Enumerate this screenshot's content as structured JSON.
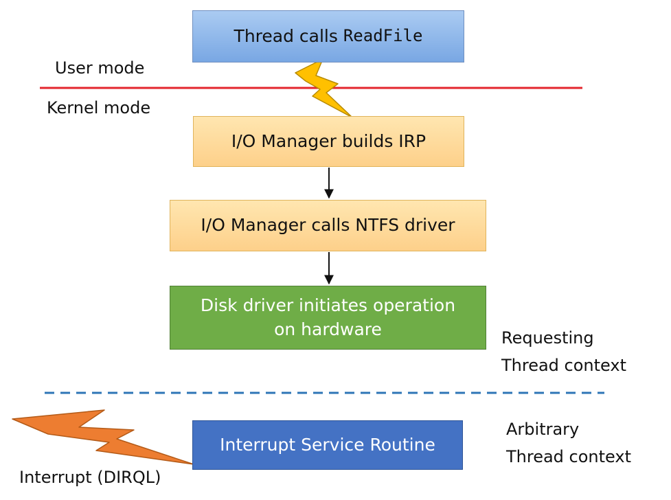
{
  "boxes": {
    "thread_calls": {
      "text": "Thread calls ",
      "code": "ReadFile"
    },
    "builds_irp": "I/O Manager builds IRP",
    "calls_ntfs": "I/O Manager calls NTFS driver",
    "disk_driver": {
      "line1": "Disk driver initiates operation",
      "line2": "on hardware"
    },
    "isr": "Interrupt Service Routine"
  },
  "labels": {
    "user_mode": "User mode",
    "kernel_mode": "Kernel mode",
    "requesting_line1": "Requesting",
    "requesting_line2": "Thread context",
    "arbitrary_line1": "Arbitrary",
    "arbitrary_line2": "Thread context",
    "interrupt": "Interrupt (DIRQL)"
  },
  "colors": {
    "mode_boundary_line": "#e3262d",
    "context_divider": "#2e75b6",
    "bolt_user_kernel": "#ffc000",
    "bolt_interrupt": "#ed7d31",
    "box_thread": "#8db4e8",
    "box_io": "#fdd596",
    "box_disk": "#70ad47",
    "box_isr": "#4472c4"
  },
  "icons": [
    "lightning-bolt-icon",
    "lightning-bolt-icon"
  ]
}
